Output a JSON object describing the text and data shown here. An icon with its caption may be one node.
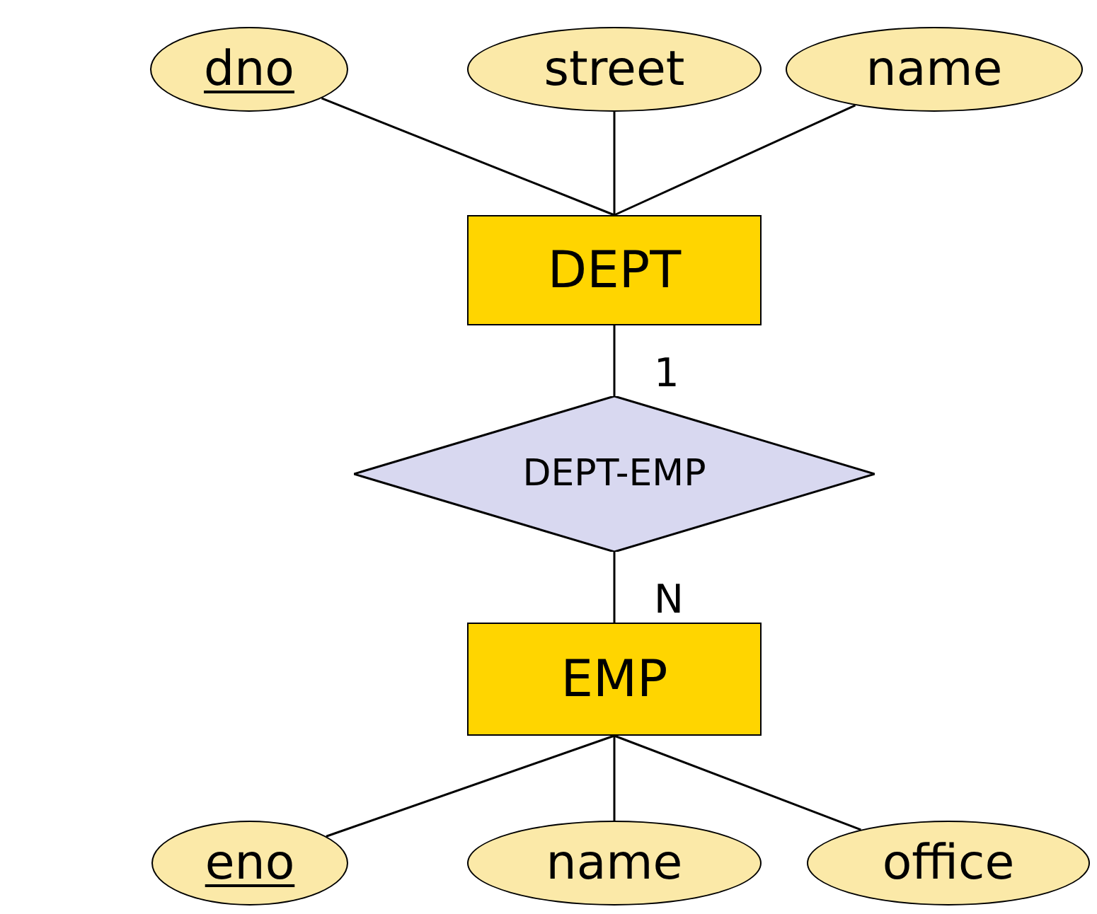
{
  "diagram": {
    "nodes": [
      {
        "text": [
          "dno"
        ]
      },
      {
        "text": [
          "street"
        ]
      },
      {
        "text": [
          "name"
        ]
      },
      {
        "text": [
          "DEPT"
        ]
      },
      {
        "text": [
          "DEPT-EMP"
        ]
      },
      {
        "text": [
          "EMP"
        ]
      },
      {
        "text": [
          "eno"
        ]
      },
      {
        "text": [
          "name"
        ]
      },
      {
        "text": [
          "office"
        ]
      }
    ],
    "edges": [
      {
        "from": 0,
        "to": 3,
        "arrow": "none"
      },
      {
        "from": 1,
        "to": 3,
        "arrow": "none"
      },
      {
        "from": 2,
        "to": 3,
        "arrow": "none"
      },
      {
        "from": 3,
        "to": 4,
        "arrow": "none",
        "label": "1"
      },
      {
        "from": 4,
        "to": 5,
        "arrow": "none",
        "label": "N"
      },
      {
        "from": 5,
        "to": 6,
        "arrow": "none"
      },
      {
        "from": 5,
        "to": 7,
        "arrow": "none"
      },
      {
        "from": 5,
        "to": 8,
        "arrow": "none"
      }
    ]
  }
}
